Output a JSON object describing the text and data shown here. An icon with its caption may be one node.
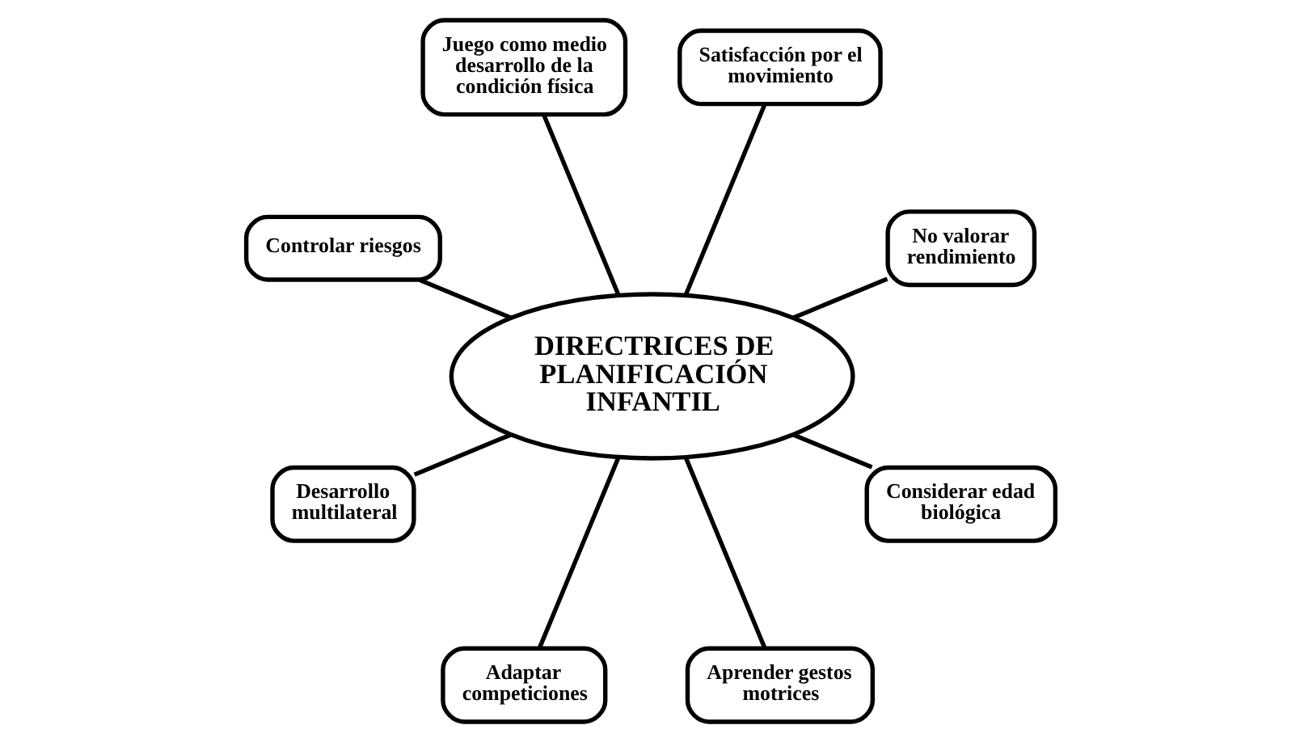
{
  "diagram": {
    "nodes": [
      {
        "text": [
          "DIRECTRICES DE PLANIFICACIÓN INFANTIL"
        ]
      },
      {
        "text": [
          "No valorar rendimiento"
        ]
      },
      {
        "text": [
          "Satisfacción por el movimiento"
        ]
      },
      {
        "text": [
          "Juego como medio desarrollo de la condición física"
        ]
      },
      {
        "text": [
          "Controlar riesgos"
        ]
      },
      {
        "text": [
          "Desarrollo multilateral"
        ]
      },
      {
        "text": [
          "Adaptar competiciones"
        ]
      },
      {
        "text": [
          "Aprender gestos motrices"
        ]
      },
      {
        "text": [
          "Considerar edad biológica"
        ]
      }
    ],
    "edges": [
      {
        "from": 0,
        "to": 1,
        "arrow": "none"
      },
      {
        "from": 0,
        "to": 2,
        "arrow": "none"
      },
      {
        "from": 0,
        "to": 3,
        "arrow": "none"
      },
      {
        "from": 0,
        "to": 4,
        "arrow": "none"
      },
      {
        "from": 0,
        "to": 5,
        "arrow": "none"
      },
      {
        "from": 0,
        "to": 6,
        "arrow": "none"
      },
      {
        "from": 0,
        "to": 7,
        "arrow": "none"
      },
      {
        "from": 0,
        "to": 8,
        "arrow": "none"
      }
    ]
  }
}
